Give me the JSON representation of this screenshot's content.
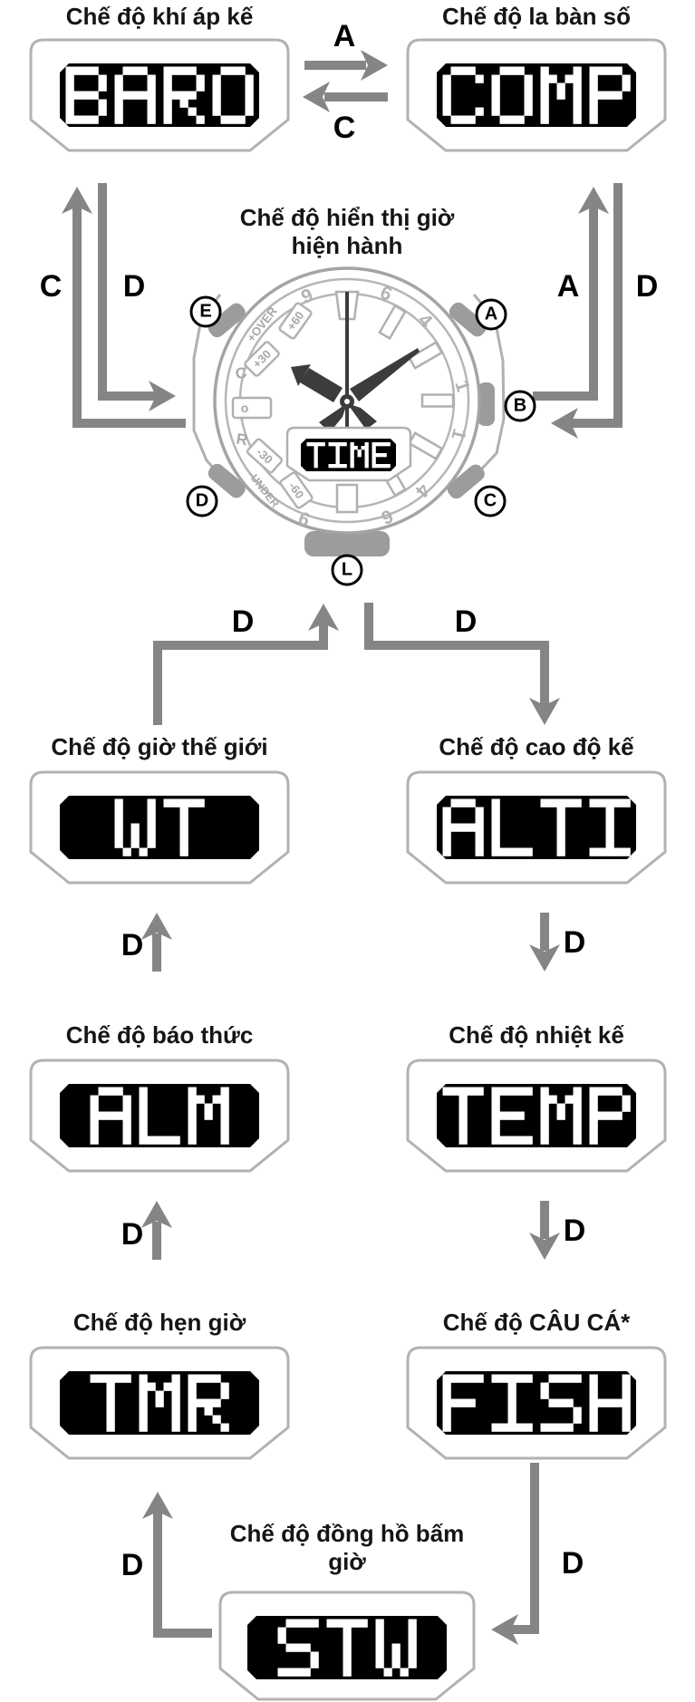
{
  "modes": [
    {
      "id": "baro",
      "caption": "Chế độ khí áp kế",
      "lcd": "BARO"
    },
    {
      "id": "comp",
      "caption": "Chế độ la bàn số",
      "lcd": "COMP"
    },
    {
      "id": "time",
      "caption": "Chế độ hiển thị giờ\nhiện hành",
      "lcd": "TIME"
    },
    {
      "id": "wt",
      "caption": "Chế độ giờ thế giới",
      "lcd": "WT"
    },
    {
      "id": "alti",
      "caption": "Chế độ cao độ kế",
      "lcd": "ALTI"
    },
    {
      "id": "alm",
      "caption": "Chế độ báo thức",
      "lcd": "ALM"
    },
    {
      "id": "temp",
      "caption": "Chế độ nhiệt kế",
      "lcd": "TEMP"
    },
    {
      "id": "tmr",
      "caption": "Chế độ hẹn giờ",
      "lcd": "TMR"
    },
    {
      "id": "fish",
      "caption": "Chế độ CÂU CÁ*",
      "lcd": "FISH"
    },
    {
      "id": "stw",
      "caption": "Chế độ đồng hồ bấm\ngiờ",
      "lcd": "STW"
    }
  ],
  "transitions": [
    {
      "from": "BARO",
      "to": "COMP",
      "button": "A"
    },
    {
      "from": "COMP",
      "to": "BARO",
      "button": "C"
    },
    {
      "from": "TIME",
      "to": "BARO",
      "button": "C"
    },
    {
      "from": "BARO",
      "to": "TIME",
      "button": "D"
    },
    {
      "from": "TIME",
      "to": "COMP",
      "button": "A"
    },
    {
      "from": "COMP",
      "to": "TIME",
      "button": "D"
    },
    {
      "from": "WT",
      "to": "TIME",
      "button": "D"
    },
    {
      "from": "TIME",
      "to": "ALTI",
      "button": "D"
    },
    {
      "from": "ALM",
      "to": "WT",
      "button": "D"
    },
    {
      "from": "ALTI",
      "to": "TEMP",
      "button": "D"
    },
    {
      "from": "TMR",
      "to": "ALM",
      "button": "D"
    },
    {
      "from": "TEMP",
      "to": "FISH",
      "button": "D"
    },
    {
      "from": "STW",
      "to": "TMR",
      "button": "D"
    },
    {
      "from": "FISH",
      "to": "STW",
      "button": "D"
    }
  ],
  "watch": {
    "buttons": [
      "E",
      "A",
      "B",
      "C",
      "D",
      "L"
    ],
    "dial": {
      "numerals": [
        "9",
        "6",
        "4",
        "1",
        "1",
        "4",
        "6",
        "9"
      ],
      "scale": [
        "+OVER",
        "+60",
        "+30",
        "C",
        "o",
        "R",
        "-30",
        "-UNDER",
        "-60"
      ]
    }
  },
  "colors": {
    "arrow": "#858585",
    "caption": "#151515",
    "lcd_bg": "#000000",
    "lcd_text": "#ffffff",
    "plate_outline": "#b2b2b2",
    "watch_line": "#aaaaaa",
    "button_fill": "#9c9c9c",
    "hand": "#3c3c3c"
  }
}
